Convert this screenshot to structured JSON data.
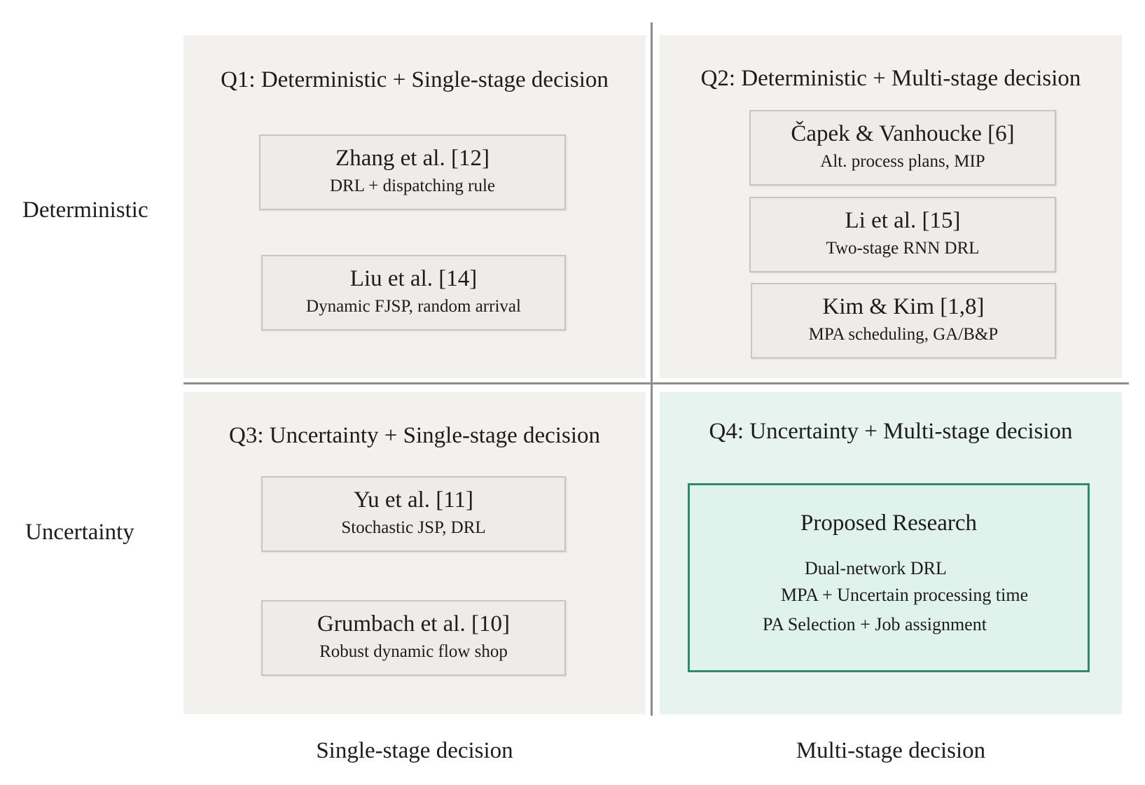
{
  "row_labels": {
    "top": "Deterministic",
    "bottom": "Uncertainty"
  },
  "column_labels": {
    "left": "Single-stage decision",
    "right": "Multi-stage decision"
  },
  "quadrants": {
    "q1": {
      "title": "Q1: Deterministic + Single-stage decision",
      "cards": [
        {
          "title": "Zhang  et al. [12]",
          "subtitle": "DRL + dispatching rule"
        },
        {
          "title": "Liu et al. [14]",
          "subtitle": "Dynamic  FJSP, random arrival"
        }
      ]
    },
    "q2": {
      "title": "Q2: Deterministic + Multi-stage decision",
      "cards": [
        {
          "title": "Čapek & Vanhoucke [6]",
          "subtitle": "Alt.  process plans,  MIP"
        },
        {
          "title": "Li et al. [15]",
          "subtitle": "Two-stage RNN DRL"
        },
        {
          "title": "Kim & Kim [1,8]",
          "subtitle": "MPA scheduling,  GA/B&P"
        }
      ]
    },
    "q3": {
      "title": "Q3: Uncertainty + Single-stage decision",
      "cards": [
        {
          "title": "Yu et al. [11]",
          "subtitle": "Stochastic JSP, DRL"
        },
        {
          "title": "Grumbach et al. [10]",
          "subtitle": "Robust dynamic  flow  shop"
        }
      ]
    },
    "q4": {
      "title": "Q4: Uncertainty + Multi-stage decision",
      "proposed": {
        "title": "Proposed Research",
        "lines": [
          "Dual-network  DRL",
          "MPA + Uncertain  processing time",
          "PA Selection + Job assignment"
        ]
      }
    }
  },
  "colors": {
    "quadrant_background": "#f3f1ed",
    "highlight_background": "#e6f3ee",
    "highlight_border": "#2f8a68",
    "axis": "#8d8d8d"
  }
}
